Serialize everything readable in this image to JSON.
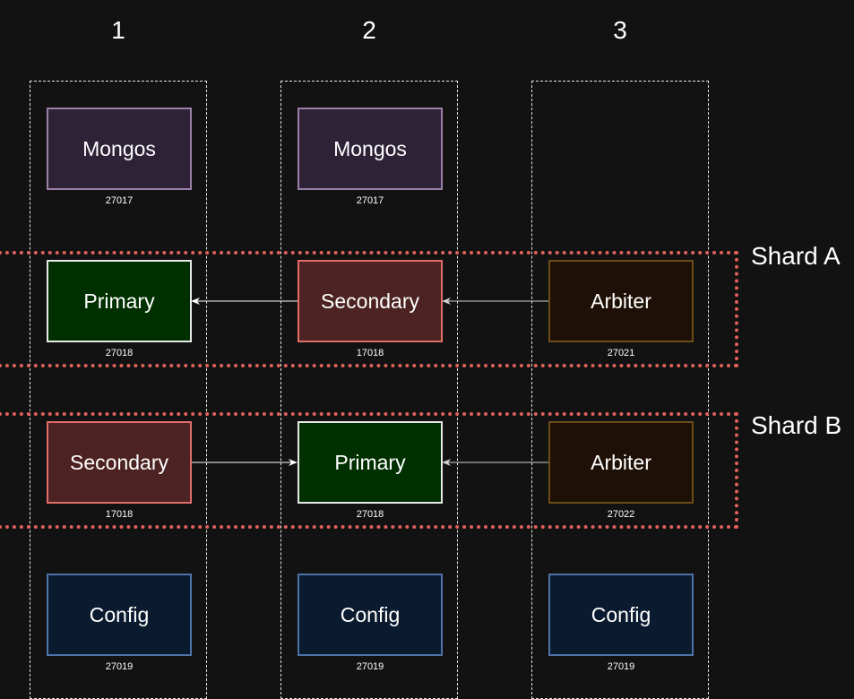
{
  "columns": [
    "1",
    "2",
    "3"
  ],
  "shards": [
    {
      "label": "Shard A"
    },
    {
      "label": "Shard B"
    }
  ],
  "nodes": {
    "mongos_1": {
      "label": "Mongos",
      "port": "27017"
    },
    "mongos_2": {
      "label": "Mongos",
      "port": "27017"
    },
    "shard_a_1": {
      "label": "Primary",
      "port": "27018"
    },
    "shard_a_2": {
      "label": "Secondary",
      "port": "17018"
    },
    "shard_a_3": {
      "label": "Arbiter",
      "port": "27021"
    },
    "shard_b_1": {
      "label": "Secondary",
      "port": "17018"
    },
    "shard_b_2": {
      "label": "Primary",
      "port": "27018"
    },
    "shard_b_3": {
      "label": "Arbiter",
      "port": "27022"
    },
    "config_1": {
      "label": "Config",
      "port": "27019"
    },
    "config_2": {
      "label": "Config",
      "port": "27019"
    },
    "config_3": {
      "label": "Config",
      "port": "27019"
    }
  },
  "colors": {
    "background": "#121212",
    "shard_border": "#e0605a",
    "mongos": "#2e2237",
    "primary": "#003000",
    "secondary": "#4c2222",
    "arbiter": "#1e1006",
    "config": "#0b1b2f"
  }
}
